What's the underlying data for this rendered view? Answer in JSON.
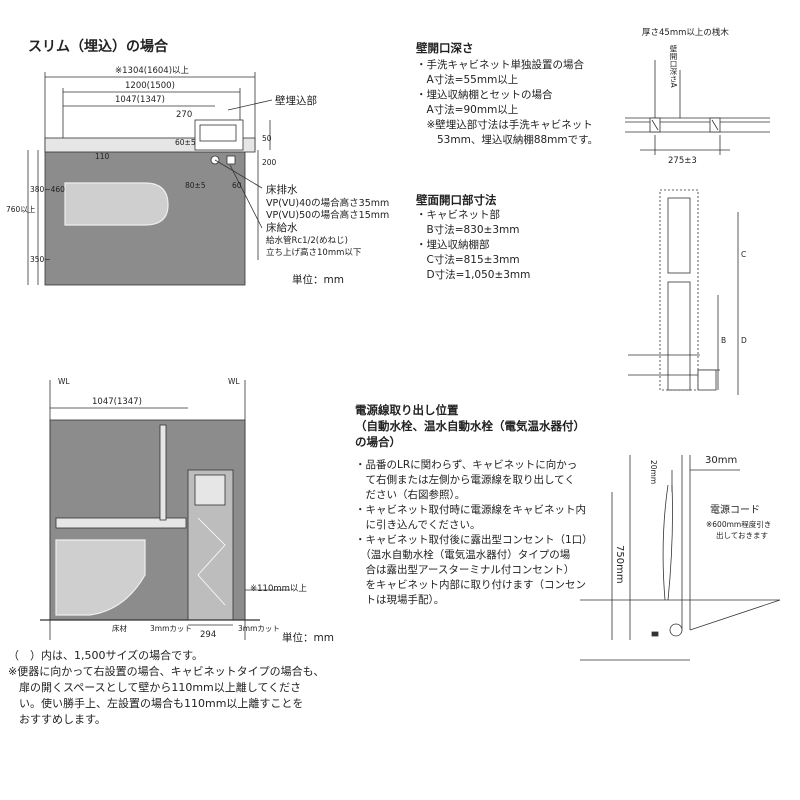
{
  "top_left": {
    "title": "スリム（埋込）の場合",
    "dims": {
      "overall": "※1304(1604)以上",
      "d1200": "1200(1500)",
      "d1047": "1047(1347)",
      "d270": "270",
      "d60": "60±5",
      "d50": "50",
      "d110": "110",
      "d200": "200",
      "d80": "80±5",
      "d60b": "60",
      "v760": "760以上",
      "v380": "380~460",
      "v350": "350~"
    },
    "callouts": {
      "wall": "壁埋込部",
      "floor_drain": "床排水",
      "vp40": "VP(VU)40の場合高さ35mm",
      "vp50": "VP(VU)50の場合高さ15mm",
      "floor_water": "床給水",
      "pipe1": "給水管Rc1/2(めねじ)",
      "pipe2": "立ち上げ高さ10mm以下"
    },
    "unit": "単位：mm"
  },
  "wall_depth": {
    "title": "壁開口深さ",
    "lines": [
      "・手洗キャビネット単独設置の場合",
      "　A寸法=55mm以上",
      "・埋込収納棚とセットの場合",
      "　A寸法=90mm以上",
      "　※壁埋込部寸法は手洗キャビネット",
      "　　53mm、埋込収納棚88mmです。"
    ],
    "diagram": {
      "label_studs": "厚さ45mm以上の桟木",
      "label_a": "壁開口深さA",
      "label_width": "275±3"
    }
  },
  "wall_opening": {
    "title": "壁面開口部寸法",
    "lines": [
      "・キャビネット部",
      "　B寸法=830±3mm",
      "・埋込収納棚部",
      "　C寸法=815±3mm",
      "　D寸法=1,050±3mm"
    ],
    "diagram": {
      "c": "C",
      "b": "B",
      "d": "D"
    }
  },
  "bottom_left": {
    "wl": "WL",
    "d1047": "1047(1347)",
    "d110": "※110mm以上",
    "d294": "294",
    "cut1": "3mmカット",
    "cut2": "3mmカット",
    "floor": "床材",
    "unit": "単位：mm"
  },
  "power": {
    "title": [
      "電源線取り出し位置",
      "（自動水栓、温水自動水栓（電気温水器付）",
      "の場合）"
    ],
    "lines": [
      "・品番のLRに関わらず、キャビネットに向かっ",
      "　て右側または左側から電源線を取り出してく",
      "　ださい（右図参照）。",
      "・キャビネット取付時に電源線をキャビネット内",
      "　に引き込んでください。",
      "・キャビネット取付後に露出型コンセント（1口）",
      "　（温水自動水栓（電気温水器付）タイプの場",
      "　合は露出型アースターミナル付コンセント）",
      "　をキャビネット内部に取り付けます（コンセン",
      "　トは現場手配）。"
    ],
    "diagram": {
      "d30": "30mm",
      "d20": "20mm",
      "d750": "750mm",
      "cord": "電源コード",
      "note1": "※600mm程度引き",
      "note2": "出しておきます"
    }
  },
  "footnotes": [
    "（　）内は、1,500サイズの場合です。",
    "※便器に向かって右設置の場合、キャビネットタイプの場合も、",
    "　扉の開くスペースとして壁から110mm以上離してくださ",
    "　い。使い勝手上、左設置の場合も110mm以上離すことを",
    "　おすすめします。"
  ]
}
